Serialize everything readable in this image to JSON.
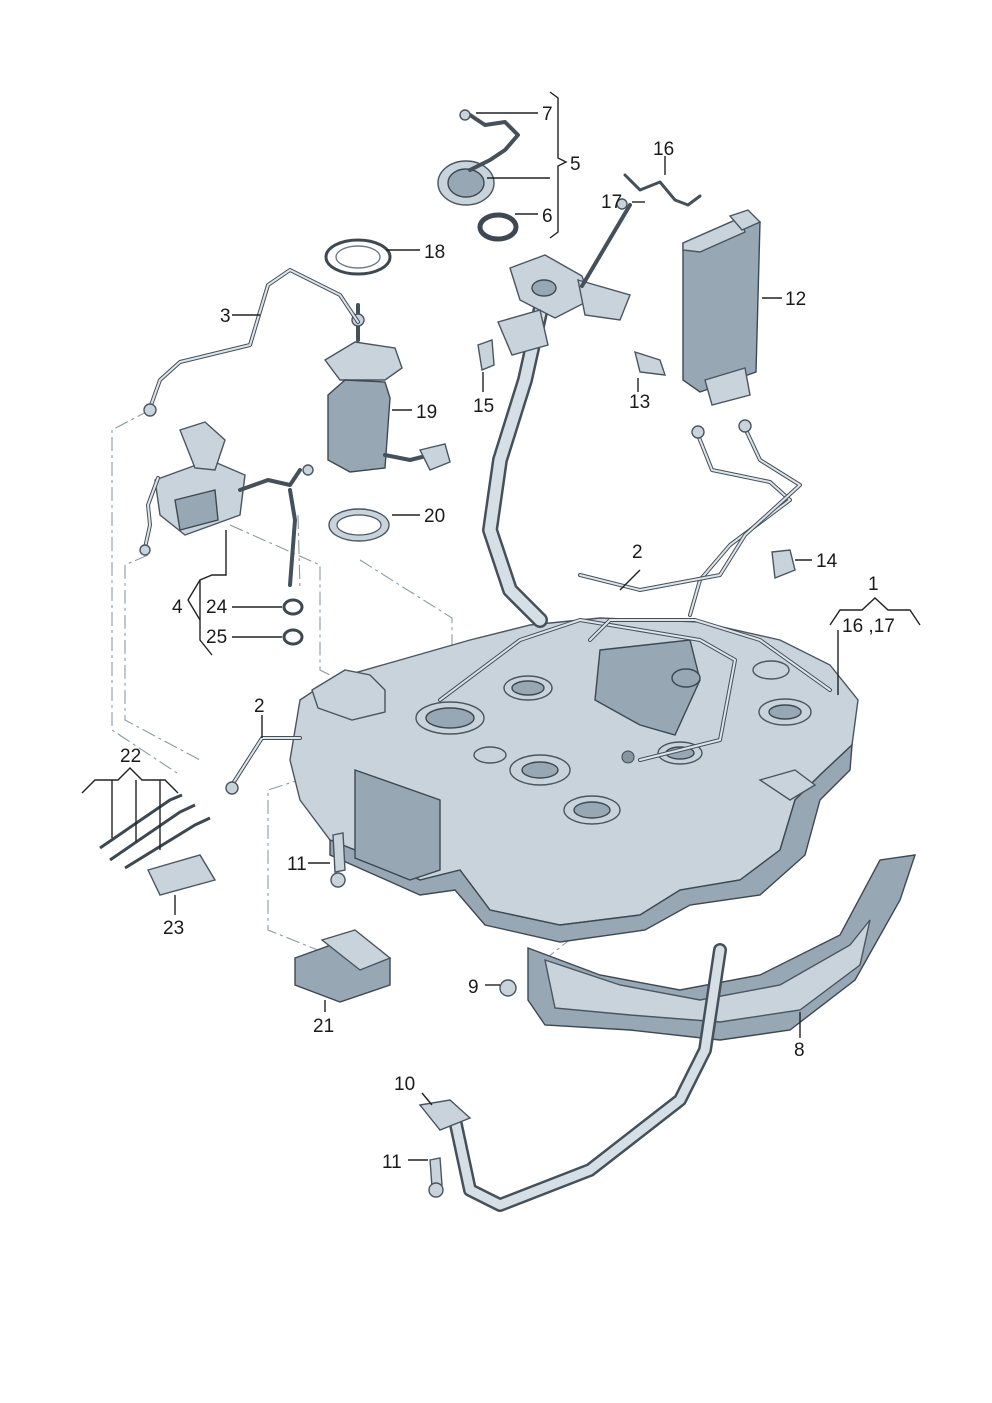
{
  "callouts": {
    "c1": "1",
    "c16_17": "16 ,17",
    "c2a": "2",
    "c2b": "2",
    "c3": "3",
    "c4": "4",
    "c5": "5",
    "c6": "6",
    "c7": "7",
    "c8": "8",
    "c9": "9",
    "c10": "10",
    "c11a": "11",
    "c11b": "11",
    "c12": "12",
    "c13": "13",
    "c14": "14",
    "c15": "15",
    "c16": "16",
    "c17": "17",
    "c18": "18",
    "c19": "19",
    "c20": "20",
    "c21": "21",
    "c22": "22",
    "c23": "23",
    "c24": "24",
    "c25": "25"
  },
  "colors": {
    "part_light": "#c9d3db",
    "part_dark": "#97a7b3",
    "outline": "#4a5560",
    "leader": "#222222",
    "phantom": "#8a9aa6"
  }
}
